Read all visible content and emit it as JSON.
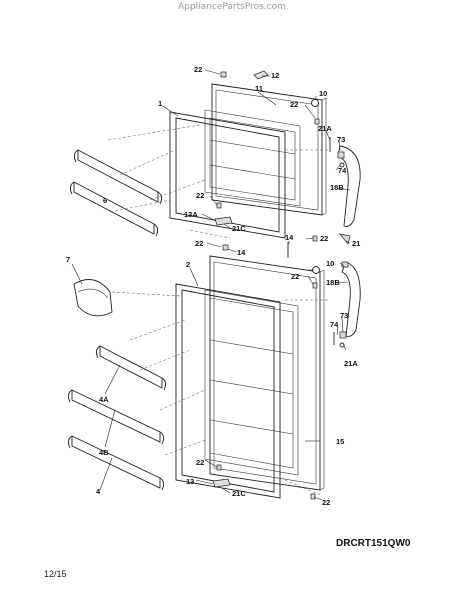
{
  "watermark": "AppliancePartsPros.com",
  "drawing_code": "DRCRT151QW0",
  "page_number": "12/15",
  "callouts": {
    "c22a": "22",
    "c12": "12",
    "c11": "11",
    "c1": "1",
    "c10a": "10",
    "c22b": "22",
    "c21a_top": "21A",
    "c73a": "73",
    "c74a": "74",
    "c18b_top": "18B",
    "c6": "6",
    "c22c": "22",
    "c13a": "13A",
    "c21c_top": "21C",
    "c14a": "14",
    "c22d": "22",
    "c14b": "14",
    "c21": "21",
    "c22e": "22",
    "c22f": "22",
    "c7": "7",
    "c2": "2",
    "c10b": "10",
    "c18b_bot": "18B",
    "c73b": "73",
    "c74b": "74",
    "c21a_bot": "21A",
    "c4a": "4A",
    "c4b": "4B",
    "c15": "15",
    "c22g": "22",
    "c13": "13",
    "c21c_bot": "21C",
    "c22h": "22",
    "c4": "4"
  }
}
